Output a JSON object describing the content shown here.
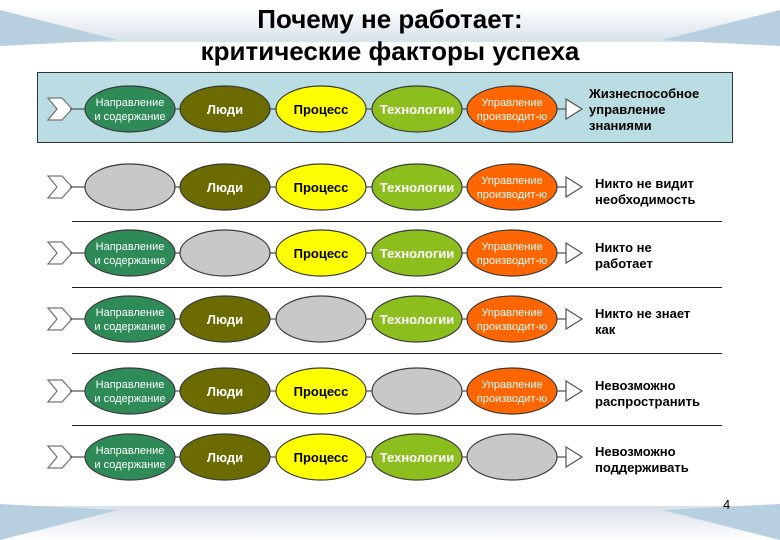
{
  "title": {
    "line1": "Почему не работает:",
    "line2": "критические факторы успеха"
  },
  "factors": [
    {
      "key": "direction",
      "label_lines": [
        "Направление",
        "и содержание"
      ],
      "color": "#2e8b57"
    },
    {
      "key": "people",
      "label_lines": [
        "Люди"
      ],
      "color": "#6b6b00"
    },
    {
      "key": "process",
      "label_lines": [
        "Процесс"
      ],
      "color": "#ffff00"
    },
    {
      "key": "technology",
      "label_lines": [
        "Технологии"
      ],
      "color": "#8cbf1e"
    },
    {
      "key": "management",
      "label_lines": [
        "Управление",
        "производит-ю"
      ],
      "color": "#ff6600"
    }
  ],
  "missing_color": "#c8c8c8",
  "rows": [
    {
      "missing": null,
      "outcome": "Жизнеспособное\nуправление\nзнаниями",
      "highlighted": true
    },
    {
      "missing": "direction",
      "outcome": "Никто не видит\nнеобходимость",
      "highlighted": false
    },
    {
      "missing": "people",
      "outcome": "Никто не\nработает",
      "highlighted": false
    },
    {
      "missing": "process",
      "outcome": "Никто не знает\nкак",
      "highlighted": false
    },
    {
      "missing": "technology",
      "outcome": "Невозможно\nраспространить",
      "highlighted": false
    },
    {
      "missing": "management",
      "outcome": "Невозможно\nподдерживать",
      "highlighted": false
    }
  ],
  "page_number": "4"
}
